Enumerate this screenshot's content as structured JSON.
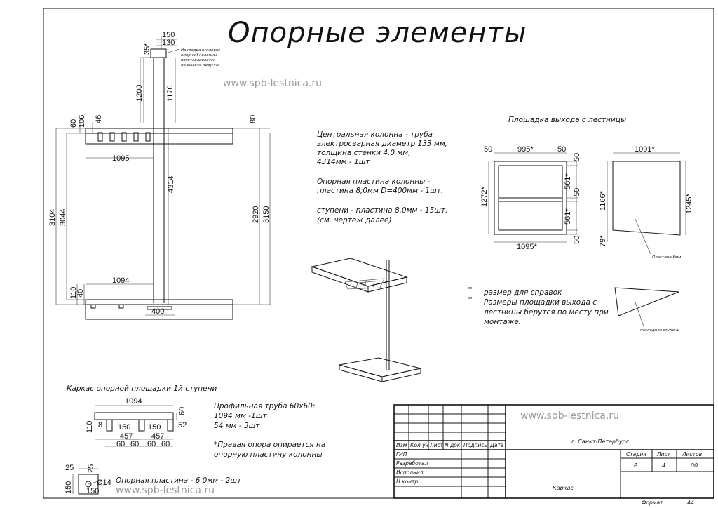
{
  "title": "Опорные элементы",
  "watermark": "www.spb-lestnica.ru",
  "main_notes": [
    "Центральная колонна - труба",
    "электросварная диаметр 133 мм,",
    "толщина стенки 4,0 мм,",
    "4314мм - 1шт",
    "Опорная пластина колонны -",
    "пластина 8,0мм D=400мм - 1шт.",
    "ступени - пластина 8,0мм - 15шт.",
    "(см. чертеж далее)"
  ],
  "side_dims": {
    "top_150": "150",
    "top_130": "130",
    "top_35": "35*",
    "d1200": "1200",
    "d1170": "1170",
    "d60": "60",
    "d106": "106",
    "d46": "46",
    "d80": "80",
    "d1095": "1095",
    "d4314": "4314",
    "d3104": "3104",
    "d3044": "3044",
    "d2920": "2920",
    "d3150": "3150",
    "d1094": "1094",
    "d110": "110",
    "d40": "40",
    "d400": "400"
  },
  "rail_note": [
    "Накладка оголовок",
    "опорной колонны",
    "изготавливается",
    "по высоте поручня"
  ],
  "platform": {
    "title": "Площадка выхода с лестницы",
    "d50a": "50",
    "d995": "995*",
    "d50b": "50",
    "d50c": "50",
    "d561a": "561*",
    "d50d": "50",
    "d561b": "561*",
    "d1272": "1272*",
    "d1095": "1095*",
    "d50e": "50",
    "d1091": "1091*",
    "d1166": "1166*",
    "d1245": "1245*",
    "d79": "79*",
    "plate_label": "Пластина 6мм"
  },
  "legend": [
    {
      "mark": "*",
      "text": [
        "размер для справок"
      ]
    },
    {
      "mark": "*",
      "text": [
        "Размеры площадки выхода с",
        "лестницы берутся по месту при",
        "монтаже."
      ]
    }
  ],
  "last_step_label": "последняя ступень",
  "frame": {
    "title": "Каркас опорной площадки 1й ступени",
    "d1094": "1094",
    "d60": "60",
    "d110": "110",
    "d8": "8",
    "d52": "52",
    "d150a": "150",
    "d150b": "150",
    "d457a": "457",
    "d457b": "457",
    "d60a": "60",
    "d60b": "60",
    "d60c": "60",
    "d60d": "60",
    "notes": [
      "Профильная труба 60х60:",
      "1094 мм -1шт",
      "54 мм - 3шт"
    ],
    "notes2": [
      "*Правая опора опирается на",
      "опорную пластину колонны"
    ]
  },
  "plate": {
    "d25a": "25",
    "d25b": "25",
    "d150a": "150",
    "d150b": "150",
    "hole": "Ø14",
    "note": "Опорная пластина - 6,0мм - 2шт"
  },
  "title_block": {
    "watermark": "www.spb-lestnica.ru",
    "headers": [
      "Изм",
      "Кол.уч",
      "Лист",
      "N док",
      "Подпись",
      "Дата"
    ],
    "roles": [
      "ГИП",
      "Разработал",
      "Исполнил",
      "Н.контр."
    ],
    "city": "г. Санкт-Петербург",
    "col_stage": "Стадия",
    "col_sheet": "Лист",
    "col_sheets": "Листов",
    "stage": "Р",
    "sheet": "4",
    "sheets": "00",
    "name": "Каркас",
    "format_label": "Формат",
    "format": "А4"
  }
}
